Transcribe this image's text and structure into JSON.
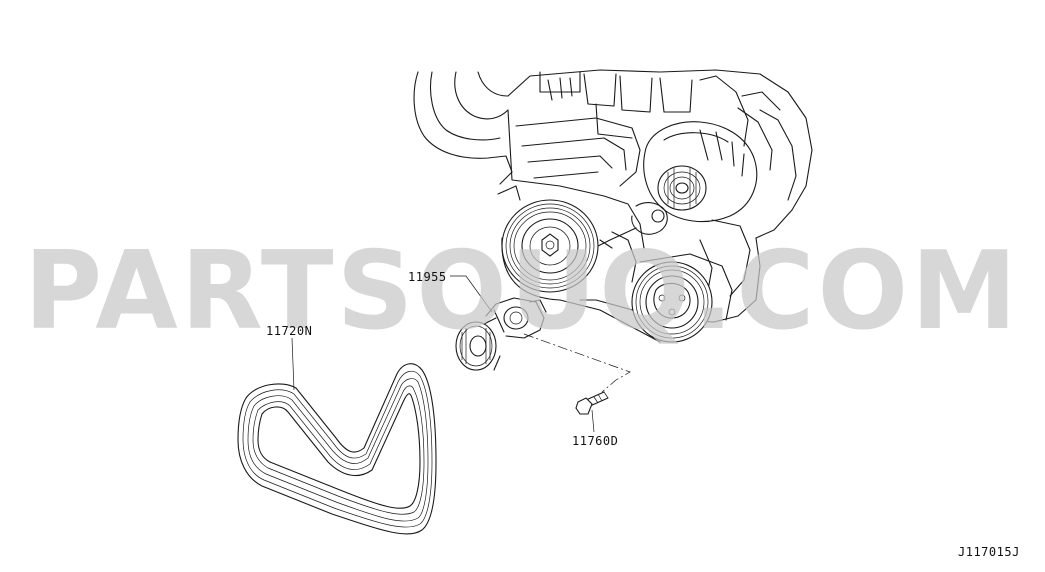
{
  "watermark": "PARTSOUQ.COM",
  "diagram_code": "J117015J",
  "callouts": [
    {
      "id": "tensioner",
      "label": "11955"
    },
    {
      "id": "belt",
      "label": "11720N"
    },
    {
      "id": "bolt",
      "label": "11760D"
    }
  ],
  "colors": {
    "line": "#1a1a1a",
    "watermark": "#c8c8c8",
    "background": "#ffffff"
  }
}
